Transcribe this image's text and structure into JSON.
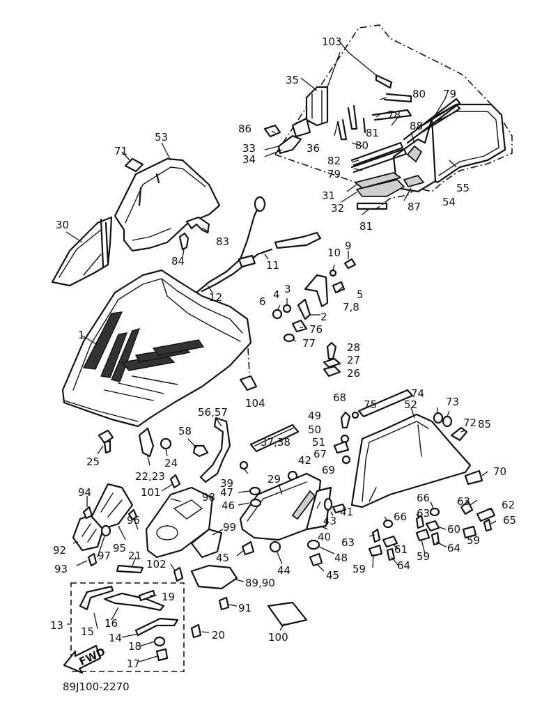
{
  "diagram": {
    "drawing_number": "89J100-2270",
    "fwd_label": "FWD",
    "part_labels": [
      {
        "id": "lbl-103",
        "text": "103"
      },
      {
        "id": "lbl-35",
        "text": "35"
      },
      {
        "id": "lbl-80a",
        "text": "80"
      },
      {
        "id": "lbl-79a",
        "text": "79"
      },
      {
        "id": "lbl-78",
        "text": "78"
      },
      {
        "id": "lbl-86",
        "text": "86"
      },
      {
        "id": "lbl-81a",
        "text": "81"
      },
      {
        "id": "lbl-88",
        "text": "88"
      },
      {
        "id": "lbl-33",
        "text": "33"
      },
      {
        "id": "lbl-36",
        "text": "36"
      },
      {
        "id": "lbl-80b",
        "text": "80"
      },
      {
        "id": "lbl-34",
        "text": "34"
      },
      {
        "id": "lbl-82",
        "text": "82"
      },
      {
        "id": "lbl-79b",
        "text": "79"
      },
      {
        "id": "lbl-55",
        "text": "55"
      },
      {
        "id": "lbl-31",
        "text": "31"
      },
      {
        "id": "lbl-54",
        "text": "54"
      },
      {
        "id": "lbl-32",
        "text": "32"
      },
      {
        "id": "lbl-87",
        "text": "87"
      },
      {
        "id": "lbl-81b",
        "text": "81"
      },
      {
        "id": "lbl-53",
        "text": "53"
      },
      {
        "id": "lbl-71",
        "text": "71"
      },
      {
        "id": "lbl-30",
        "text": "30"
      },
      {
        "id": "lbl-83",
        "text": "83"
      },
      {
        "id": "lbl-84",
        "text": "84"
      },
      {
        "id": "lbl-11",
        "text": "11"
      },
      {
        "id": "lbl-10",
        "text": "10"
      },
      {
        "id": "lbl-9",
        "text": "9"
      },
      {
        "id": "lbl-5",
        "text": "5"
      },
      {
        "id": "lbl-12",
        "text": "12"
      },
      {
        "id": "lbl-3",
        "text": "3"
      },
      {
        "id": "lbl-4",
        "text": "4"
      },
      {
        "id": "lbl-6",
        "text": "6"
      },
      {
        "id": "lbl-78b",
        "text": "7,8"
      },
      {
        "id": "lbl-2",
        "text": "2"
      },
      {
        "id": "lbl-76",
        "text": "76"
      },
      {
        "id": "lbl-77",
        "text": "77"
      },
      {
        "id": "lbl-1",
        "text": "1"
      },
      {
        "id": "lbl-28",
        "text": "28"
      },
      {
        "id": "lbl-27",
        "text": "27"
      },
      {
        "id": "lbl-26",
        "text": "26"
      },
      {
        "id": "lbl-104",
        "text": "104"
      },
      {
        "id": "lbl-68",
        "text": "68"
      },
      {
        "id": "lbl-74",
        "text": "74"
      },
      {
        "id": "lbl-49",
        "text": "49"
      },
      {
        "id": "lbl-75",
        "text": "75"
      },
      {
        "id": "lbl-52",
        "text": "52"
      },
      {
        "id": "lbl-73",
        "text": "73"
      },
      {
        "id": "lbl-72",
        "text": "72"
      },
      {
        "id": "lbl-56-57",
        "text": "56,57"
      },
      {
        "id": "lbl-50",
        "text": "50"
      },
      {
        "id": "lbl-85",
        "text": "85"
      },
      {
        "id": "lbl-51",
        "text": "51"
      },
      {
        "id": "lbl-58",
        "text": "58"
      },
      {
        "id": "lbl-37-38",
        "text": "37,38"
      },
      {
        "id": "lbl-67",
        "text": "67"
      },
      {
        "id": "lbl-25",
        "text": "25"
      },
      {
        "id": "lbl-24",
        "text": "24"
      },
      {
        "id": "lbl-42",
        "text": "42"
      },
      {
        "id": "lbl-69",
        "text": "69"
      },
      {
        "id": "lbl-70",
        "text": "70"
      },
      {
        "id": "lbl-22-23",
        "text": "22,23"
      },
      {
        "id": "lbl-39",
        "text": "39"
      },
      {
        "id": "lbl-29",
        "text": "29"
      },
      {
        "id": "lbl-101",
        "text": "101"
      },
      {
        "id": "lbl-47",
        "text": "47"
      },
      {
        "id": "lbl-94",
        "text": "94"
      },
      {
        "id": "lbl-98",
        "text": "98"
      },
      {
        "id": "lbl-66a",
        "text": "66"
      },
      {
        "id": "lbl-63a",
        "text": "63"
      },
      {
        "id": "lbl-62",
        "text": "62"
      },
      {
        "id": "lbl-46",
        "text": "46"
      },
      {
        "id": "lbl-43",
        "text": "43"
      },
      {
        "id": "lbl-41",
        "text": "41"
      },
      {
        "id": "lbl-65",
        "text": "65"
      },
      {
        "id": "lbl-96",
        "text": "96"
      },
      {
        "id": "lbl-99",
        "text": "99"
      },
      {
        "id": "lbl-66b",
        "text": "66"
      },
      {
        "id": "lbl-63b",
        "text": "63"
      },
      {
        "id": "lbl-60",
        "text": "60"
      },
      {
        "id": "lbl-40",
        "text": "40"
      },
      {
        "id": "lbl-59a",
        "text": "59"
      },
      {
        "id": "lbl-92",
        "text": "92"
      },
      {
        "id": "lbl-97",
        "text": "97"
      },
      {
        "id": "lbl-95",
        "text": "95"
      },
      {
        "id": "lbl-63c",
        "text": "63"
      },
      {
        "id": "lbl-61",
        "text": "61"
      },
      {
        "id": "lbl-64a",
        "text": "64"
      },
      {
        "id": "lbl-21",
        "text": "21"
      },
      {
        "id": "lbl-45a",
        "text": "45"
      },
      {
        "id": "lbl-48",
        "text": "48"
      },
      {
        "id": "lbl-59b",
        "text": "59"
      },
      {
        "id": "lbl-93",
        "text": "93"
      },
      {
        "id": "lbl-102",
        "text": "102"
      },
      {
        "id": "lbl-44",
        "text": "44"
      },
      {
        "id": "lbl-59c",
        "text": "59"
      },
      {
        "id": "lbl-64b",
        "text": "64"
      },
      {
        "id": "lbl-45b",
        "text": "45"
      },
      {
        "id": "lbl-89-90",
        "text": "89,90"
      },
      {
        "id": "lbl-19",
        "text": "19"
      },
      {
        "id": "lbl-13",
        "text": "13"
      },
      {
        "id": "lbl-15",
        "text": "15"
      },
      {
        "id": "lbl-16",
        "text": "16"
      },
      {
        "id": "lbl-91",
        "text": "91"
      },
      {
        "id": "lbl-20",
        "text": "20"
      },
      {
        "id": "lbl-14",
        "text": "14"
      },
      {
        "id": "lbl-100",
        "text": "100"
      },
      {
        "id": "lbl-18",
        "text": "18"
      },
      {
        "id": "lbl-17",
        "text": "17"
      }
    ]
  }
}
